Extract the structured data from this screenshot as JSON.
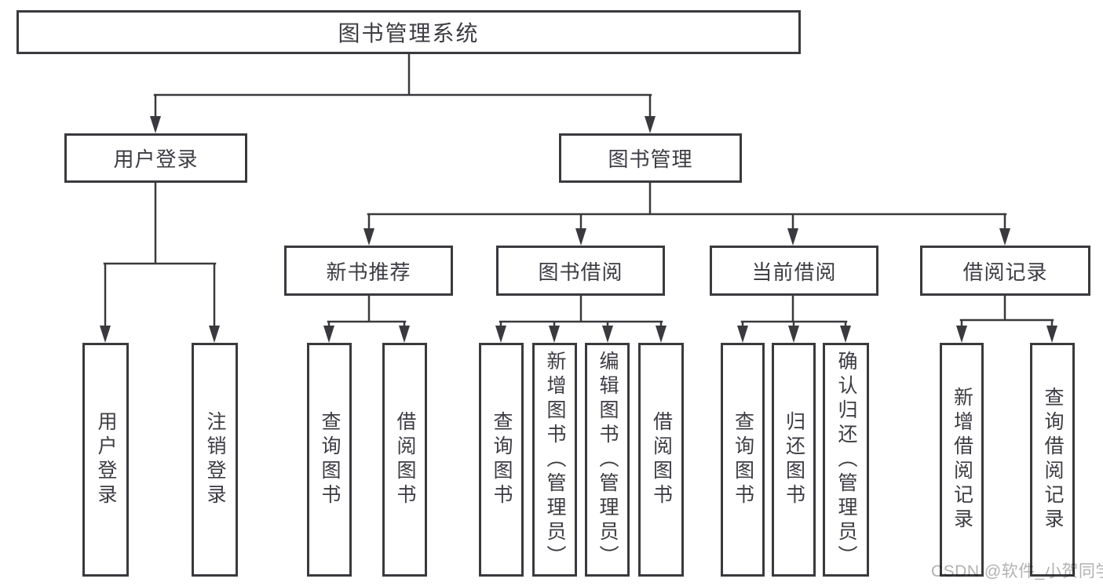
{
  "diagram_title": "图书管理系统",
  "colors": {
    "line": "#3a3a3e",
    "text": "#3c3c43",
    "box_background": "#ffffff",
    "watermark": "#b2b2b2"
  },
  "nodes": {
    "root": {
      "label": "图书管理系统"
    },
    "level2": {
      "user_login": {
        "label": "用户登录"
      },
      "book_mgmt": {
        "label": "图书管理"
      }
    },
    "level3": {
      "new_book_rec": {
        "label": "新书推荐"
      },
      "book_borrow": {
        "label": "图书借阅"
      },
      "current_borrow": {
        "label": "当前借阅"
      },
      "borrow_records": {
        "label": "借阅记录"
      }
    },
    "leaves": {
      "user_login": {
        "label": "用户登录",
        "parent": "用户登录"
      },
      "logout": {
        "label": "注销登录",
        "parent": "用户登录"
      },
      "query_books_rec": {
        "label": "查询图书",
        "parent": "新书推荐"
      },
      "borrow_books_rec": {
        "label": "借阅图书",
        "parent": "新书推荐"
      },
      "query_books_borrow": {
        "label": "查询图书",
        "parent": "图书借阅"
      },
      "add_book_admin": {
        "label": "新增图书（管理员）",
        "parent": "图书借阅"
      },
      "edit_book_admin": {
        "label": "编辑图书（管理员）",
        "parent": "图书借阅"
      },
      "borrow_books_borrow": {
        "label": "借阅图书",
        "parent": "图书借阅"
      },
      "query_books_current": {
        "label": "查询图书",
        "parent": "当前借阅"
      },
      "return_book": {
        "label": "归还图书",
        "parent": "当前借阅"
      },
      "confirm_return_admin": {
        "label": "确认归还（管理员）",
        "parent": "当前借阅"
      },
      "add_borrow_record": {
        "label": "新增借阅记录",
        "parent": "借阅记录"
      },
      "query_borrow_record": {
        "label": "查询借阅记录",
        "parent": "借阅记录"
      }
    }
  },
  "watermark": {
    "text": "CSDN @软件_小贺同学"
  }
}
